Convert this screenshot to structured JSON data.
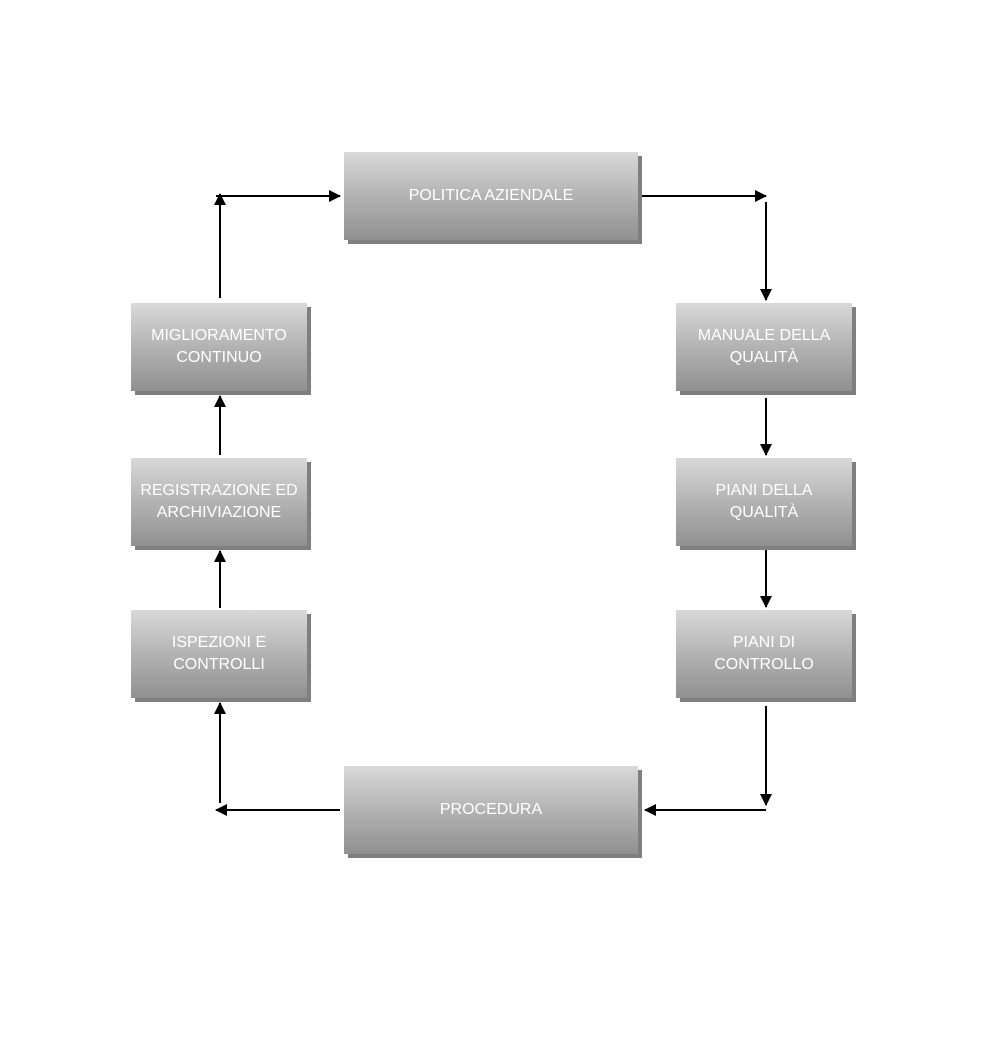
{
  "diagram": {
    "nodes": [
      {
        "id": "politica",
        "label": "POLITICA AZIENDALE"
      },
      {
        "id": "manuale",
        "label": "MANUALE DELLA\nQUALITÀ"
      },
      {
        "id": "piani_qualita",
        "label": "PIANI DELLA\nQUALITÀ"
      },
      {
        "id": "piani_controllo",
        "label": "PIANI DI\nCONTROLLO"
      },
      {
        "id": "procedura",
        "label": "PROCEDURA"
      },
      {
        "id": "ispezioni",
        "label": "ISPEZIONI E\nCONTROLLI"
      },
      {
        "id": "registrazione",
        "label": "REGISTRAZIONE ED\nARCHIVIAZIONE"
      },
      {
        "id": "miglioramento",
        "label": "MIGLIORAMENTO\nCONTINUO"
      }
    ],
    "edges": [
      {
        "from": "politica",
        "to": "manuale"
      },
      {
        "from": "manuale",
        "to": "piani_qualita"
      },
      {
        "from": "piani_qualita",
        "to": "piani_controllo"
      },
      {
        "from": "piani_controllo",
        "to": "procedura"
      },
      {
        "from": "procedura",
        "to": "ispezioni"
      },
      {
        "from": "ispezioni",
        "to": "registrazione"
      },
      {
        "from": "registrazione",
        "to": "miglioramento"
      },
      {
        "from": "miglioramento",
        "to": "politica"
      }
    ],
    "colors": {
      "box_top": "#d9d9d9",
      "box_bottom": "#909090",
      "shadow": "#7f7f7f",
      "text": "#ffffff",
      "arrow": "#000000"
    }
  }
}
